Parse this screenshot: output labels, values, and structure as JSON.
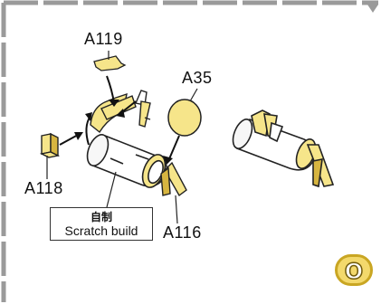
{
  "parts": {
    "a119": "A119",
    "a35": "A35",
    "a118": "A118",
    "a116": "A116"
  },
  "scratch_note": {
    "japanese": "自制",
    "english": "Scratch build"
  },
  "step": {
    "letter": "O"
  },
  "colors": {
    "part_yellow": "#f6e58a",
    "part_yellow_dark": "#d7b540",
    "frame_gray": "#9a9a9a",
    "outline": "#222222"
  }
}
